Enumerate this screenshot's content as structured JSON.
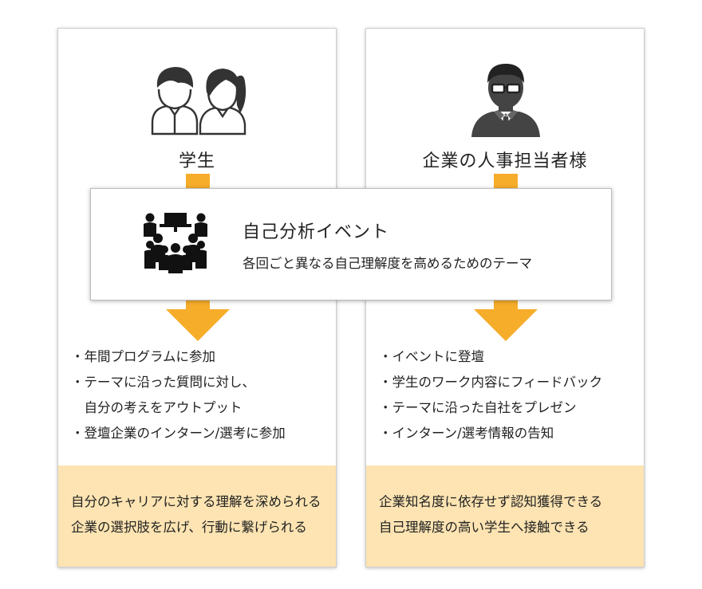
{
  "student": {
    "title": "学生",
    "bullets": [
      "・年間プログラムに参加",
      "・テーマに沿った質問に対し、",
      "　自分の考えをアウトプット",
      "・登壇企業のインターン/選考に参加"
    ],
    "results": [
      "自分のキャリアに対する理解を深められる",
      "企業の選択肢を広げ、行動に繋げられる"
    ]
  },
  "company": {
    "title": "企業の人事担当者様",
    "bullets": [
      "・イベントに登壇",
      "・学生のワーク内容にフィードバック",
      "・テーマに沿った自社をプレゼン",
      "・インターン/選考情報の告知"
    ],
    "results": [
      "企業知名度に依存せず認知獲得できる",
      "自己理解度の高い学生へ接触できる"
    ]
  },
  "event": {
    "title": "自己分析イベント",
    "subtitle": "各回ごと異なる自己理解度を高めるためのテーマ"
  },
  "colors": {
    "arrow": "#f6ad2a",
    "result_bg": "#fde4b2",
    "icon_dark": "#333333"
  },
  "icons": [
    "student-pair-icon",
    "businessman-icon",
    "seminar-group-icon"
  ]
}
